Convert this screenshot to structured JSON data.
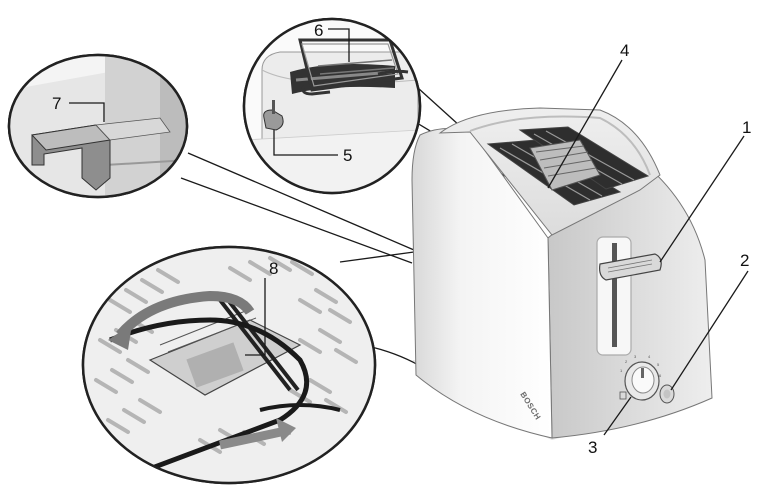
{
  "diagram": {
    "brand_label": "BOSCH",
    "callouts": [
      {
        "id": "1",
        "label": "1"
      },
      {
        "id": "2",
        "label": "2"
      },
      {
        "id": "3",
        "label": "3"
      },
      {
        "id": "4",
        "label": "4"
      },
      {
        "id": "5",
        "label": "5"
      },
      {
        "id": "6",
        "label": "6"
      },
      {
        "id": "7",
        "label": "7"
      },
      {
        "id": "8",
        "label": "8"
      }
    ],
    "dial_marks": [
      "1",
      "2",
      "3",
      "4",
      "5",
      "6"
    ]
  }
}
